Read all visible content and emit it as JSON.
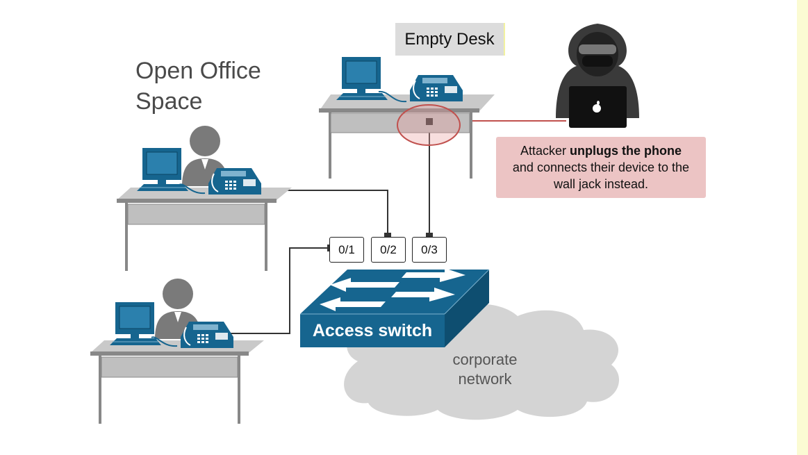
{
  "diagram": {
    "title_lines": [
      "Open Office",
      "Space"
    ],
    "empty_desk_label": "Empty Desk",
    "callout": {
      "text_before_bold": "Attacker ",
      "bold_text": "unplugs the phone",
      "text_after": "and connects their device to the wall jack instead."
    },
    "ports": [
      "0/1",
      "0/2",
      "0/3"
    ],
    "switch_label": "Access switch",
    "cloud_label_lines": [
      "corporate",
      "network"
    ],
    "colors": {
      "device_blue": "#16658f",
      "person_gray": "#7a7a7a",
      "desk_gray": "#bfbfbf",
      "hacker_dark": "#333333",
      "callout_fill": "#ecc4c4",
      "highlight_red": "#c0504d",
      "cloud_gray": "#d4d4d4"
    }
  }
}
